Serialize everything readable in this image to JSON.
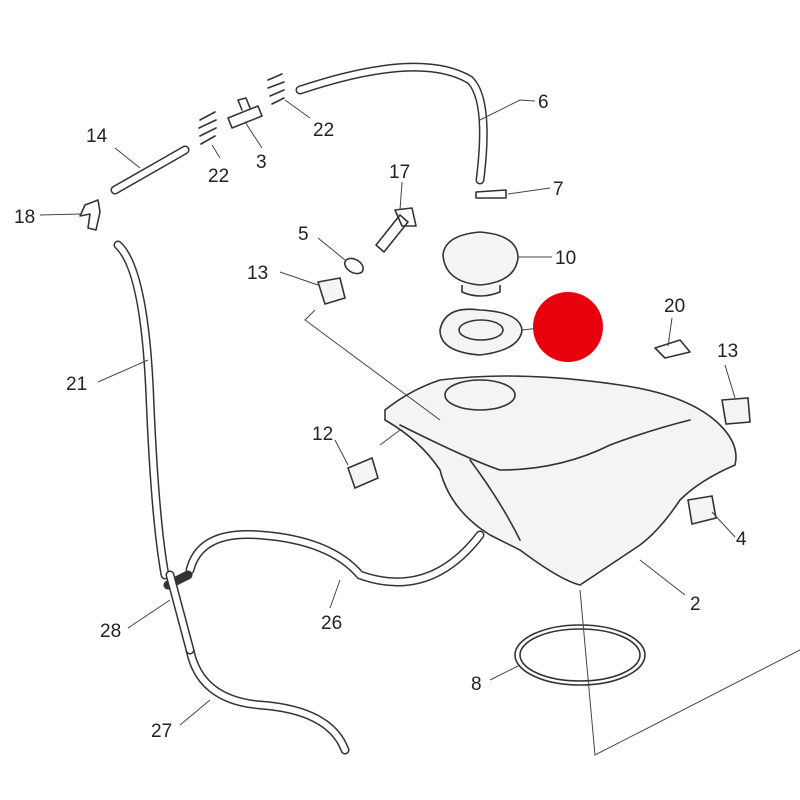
{
  "diagram": {
    "labels": [
      "14",
      "22",
      "3",
      "22",
      "6",
      "17",
      "7",
      "18",
      "5",
      "10",
      "13",
      "20",
      "13",
      "21",
      "12",
      "4",
      "2",
      "28",
      "26",
      "8",
      "27"
    ],
    "highlight_color": "#e8000d"
  }
}
